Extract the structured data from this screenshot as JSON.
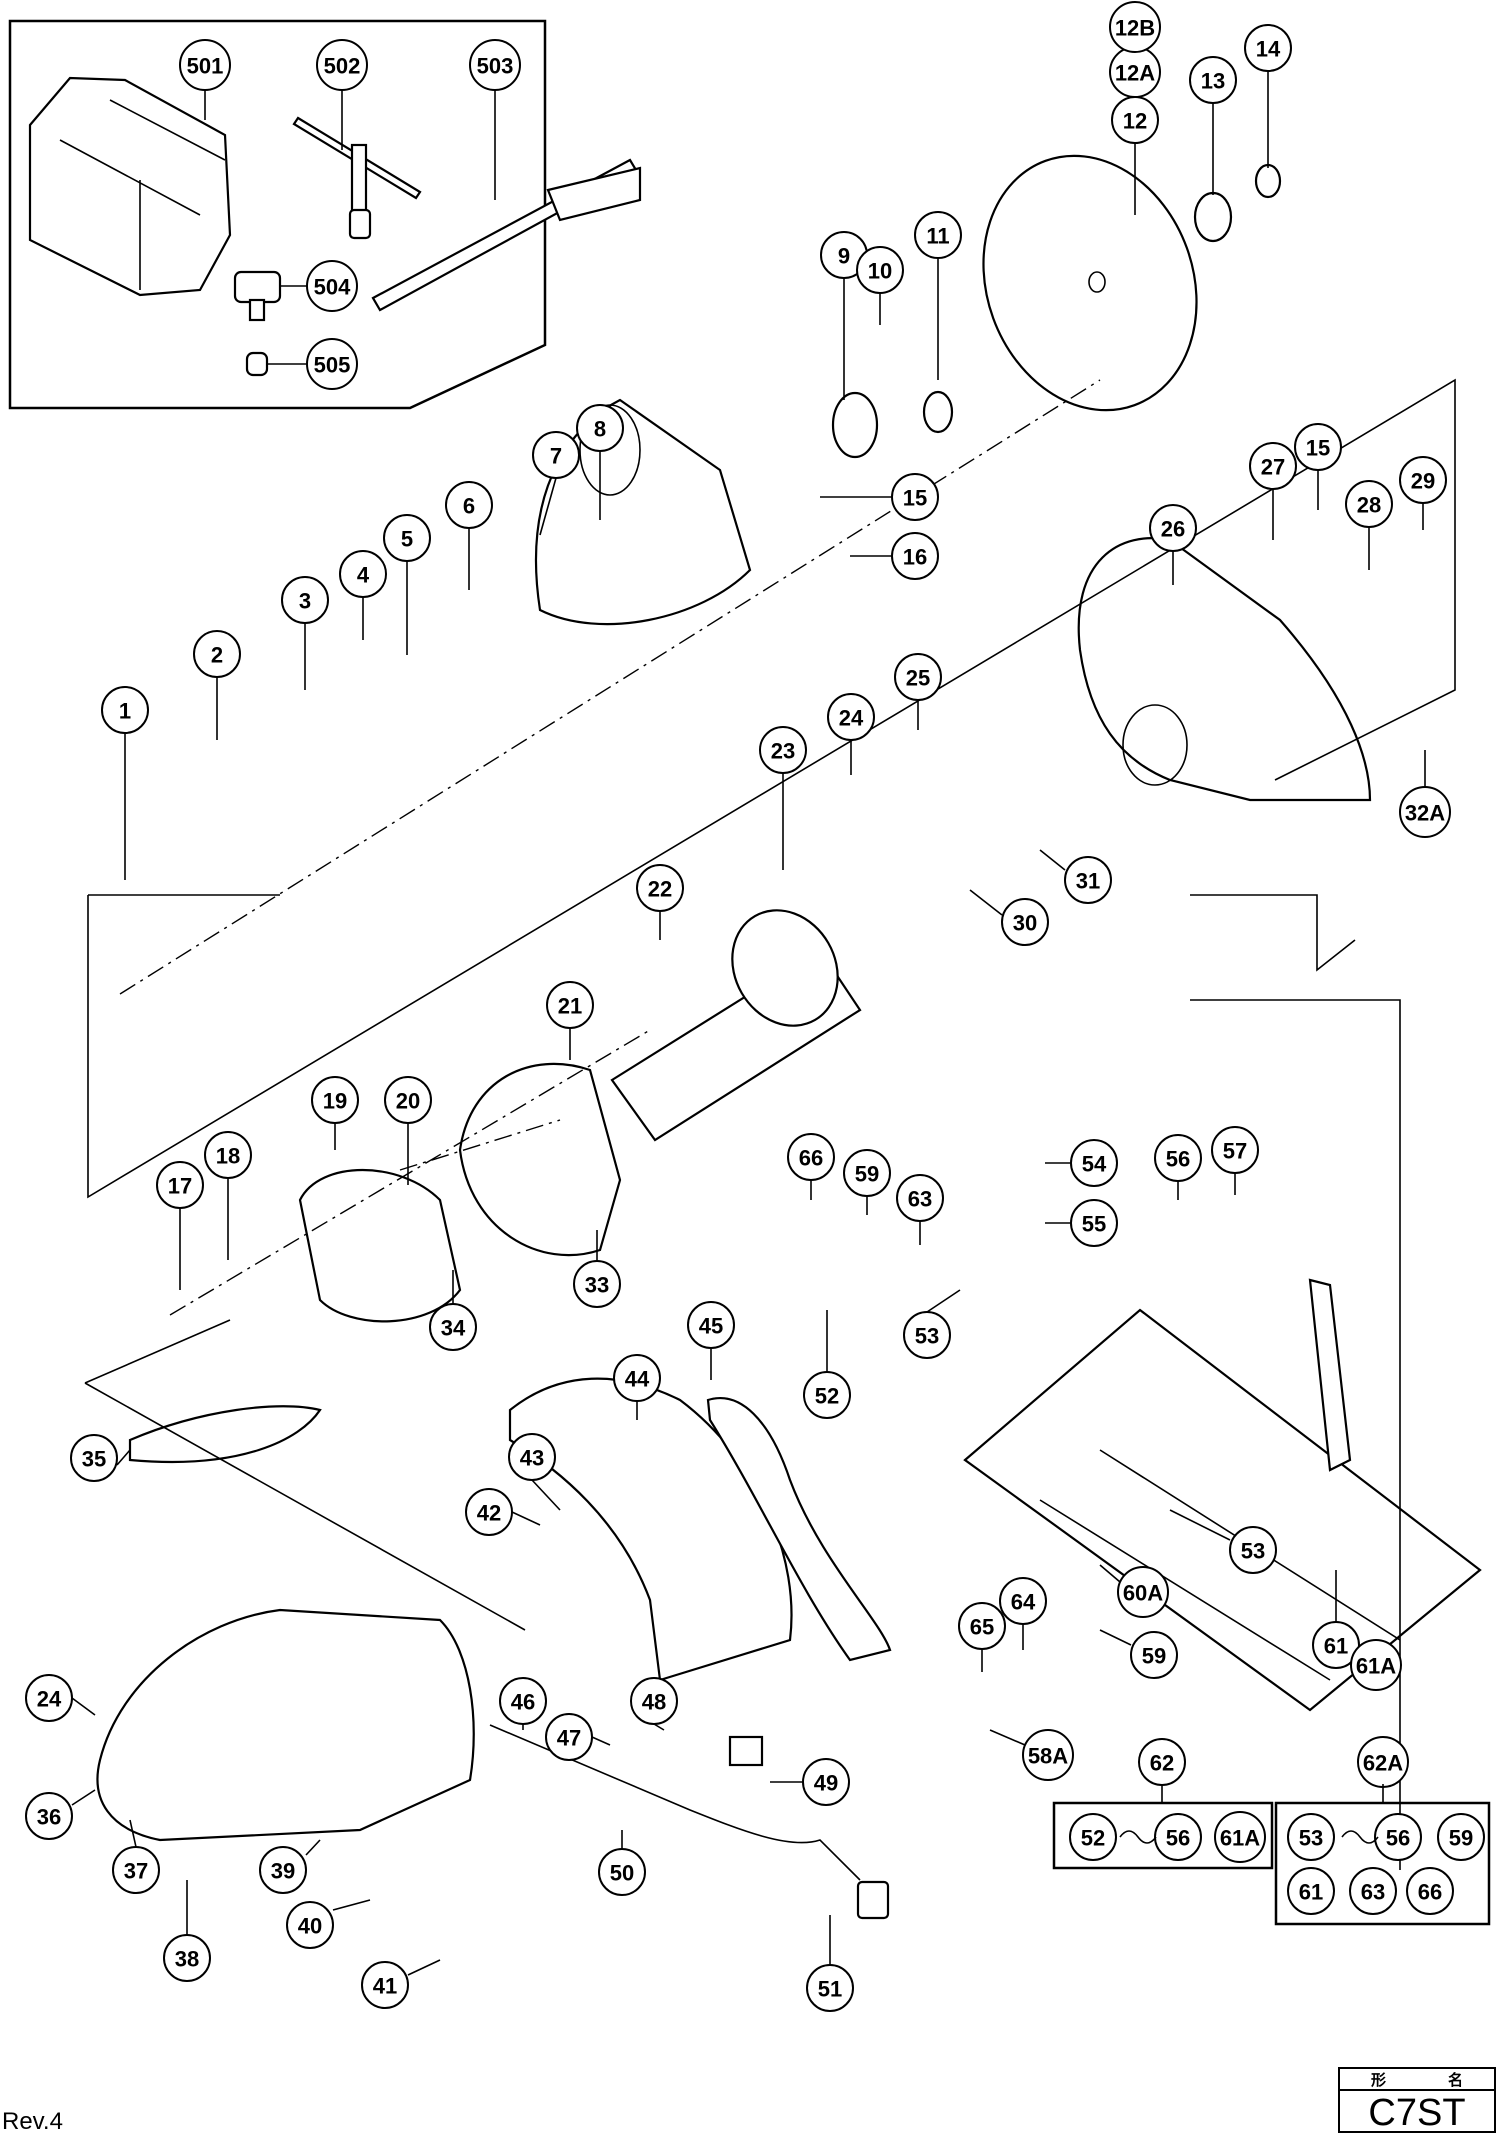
{
  "document": {
    "type": "exploded parts diagram",
    "revision": "Rev.4",
    "model_header_left": "形",
    "model_header_right": "名",
    "model": "C7ST"
  },
  "accessories": [
    "501",
    "502",
    "503",
    "504",
    "505"
  ],
  "callouts": [
    {
      "id": "c501",
      "label": "501"
    },
    {
      "id": "c502",
      "label": "502"
    },
    {
      "id": "c503",
      "label": "503"
    },
    {
      "id": "c504",
      "label": "504"
    },
    {
      "id": "c505",
      "label": "505"
    },
    {
      "id": "c1",
      "label": "1"
    },
    {
      "id": "c2",
      "label": "2"
    },
    {
      "id": "c3",
      "label": "3"
    },
    {
      "id": "c4",
      "label": "4"
    },
    {
      "id": "c5",
      "label": "5"
    },
    {
      "id": "c6",
      "label": "6"
    },
    {
      "id": "c7",
      "label": "7"
    },
    {
      "id": "c8",
      "label": "8"
    },
    {
      "id": "c9",
      "label": "9"
    },
    {
      "id": "c10",
      "label": "10"
    },
    {
      "id": "c11",
      "label": "11"
    },
    {
      "id": "c12",
      "label": "12"
    },
    {
      "id": "c12A",
      "label": "12A"
    },
    {
      "id": "c12B",
      "label": "12B"
    },
    {
      "id": "c13",
      "label": "13"
    },
    {
      "id": "c14",
      "label": "14"
    },
    {
      "id": "c15a",
      "label": "15"
    },
    {
      "id": "c15b",
      "label": "15"
    },
    {
      "id": "c16",
      "label": "16"
    },
    {
      "id": "c17",
      "label": "17"
    },
    {
      "id": "c18",
      "label": "18"
    },
    {
      "id": "c19",
      "label": "19"
    },
    {
      "id": "c20",
      "label": "20"
    },
    {
      "id": "c21",
      "label": "21"
    },
    {
      "id": "c22",
      "label": "22"
    },
    {
      "id": "c23",
      "label": "23"
    },
    {
      "id": "c24a",
      "label": "24"
    },
    {
      "id": "c24b",
      "label": "24"
    },
    {
      "id": "c25",
      "label": "25"
    },
    {
      "id": "c26",
      "label": "26"
    },
    {
      "id": "c27",
      "label": "27"
    },
    {
      "id": "c28",
      "label": "28"
    },
    {
      "id": "c29",
      "label": "29"
    },
    {
      "id": "c30",
      "label": "30"
    },
    {
      "id": "c31",
      "label": "31"
    },
    {
      "id": "c32A",
      "label": "32A"
    },
    {
      "id": "c33",
      "label": "33"
    },
    {
      "id": "c34",
      "label": "34"
    },
    {
      "id": "c35",
      "label": "35"
    },
    {
      "id": "c36",
      "label": "36"
    },
    {
      "id": "c37",
      "label": "37"
    },
    {
      "id": "c38",
      "label": "38"
    },
    {
      "id": "c39",
      "label": "39"
    },
    {
      "id": "c40",
      "label": "40"
    },
    {
      "id": "c41",
      "label": "41"
    },
    {
      "id": "c42",
      "label": "42"
    },
    {
      "id": "c43",
      "label": "43"
    },
    {
      "id": "c44",
      "label": "44"
    },
    {
      "id": "c45",
      "label": "45"
    },
    {
      "id": "c46",
      "label": "46"
    },
    {
      "id": "c47",
      "label": "47"
    },
    {
      "id": "c48",
      "label": "48"
    },
    {
      "id": "c49",
      "label": "49"
    },
    {
      "id": "c50",
      "label": "50"
    },
    {
      "id": "c51",
      "label": "51"
    },
    {
      "id": "c52",
      "label": "52"
    },
    {
      "id": "c53a",
      "label": "53"
    },
    {
      "id": "c53b",
      "label": "53"
    },
    {
      "id": "c54",
      "label": "54"
    },
    {
      "id": "c55",
      "label": "55"
    },
    {
      "id": "c56",
      "label": "56"
    },
    {
      "id": "c57",
      "label": "57"
    },
    {
      "id": "c58A",
      "label": "58A"
    },
    {
      "id": "c59a",
      "label": "59"
    },
    {
      "id": "c59b",
      "label": "59"
    },
    {
      "id": "c60A",
      "label": "60A"
    },
    {
      "id": "c61",
      "label": "61"
    },
    {
      "id": "c61A",
      "label": "61A"
    },
    {
      "id": "c63",
      "label": "63"
    },
    {
      "id": "c64",
      "label": "64"
    },
    {
      "id": "c65",
      "label": "65"
    },
    {
      "id": "c66",
      "label": "66"
    }
  ],
  "kits": [
    {
      "label": "62",
      "contents": [
        "52",
        "~",
        "56",
        "61A"
      ]
    },
    {
      "label": "62A",
      "contents": [
        "53",
        "~",
        "56",
        "59",
        "61",
        "63",
        "66"
      ]
    }
  ]
}
